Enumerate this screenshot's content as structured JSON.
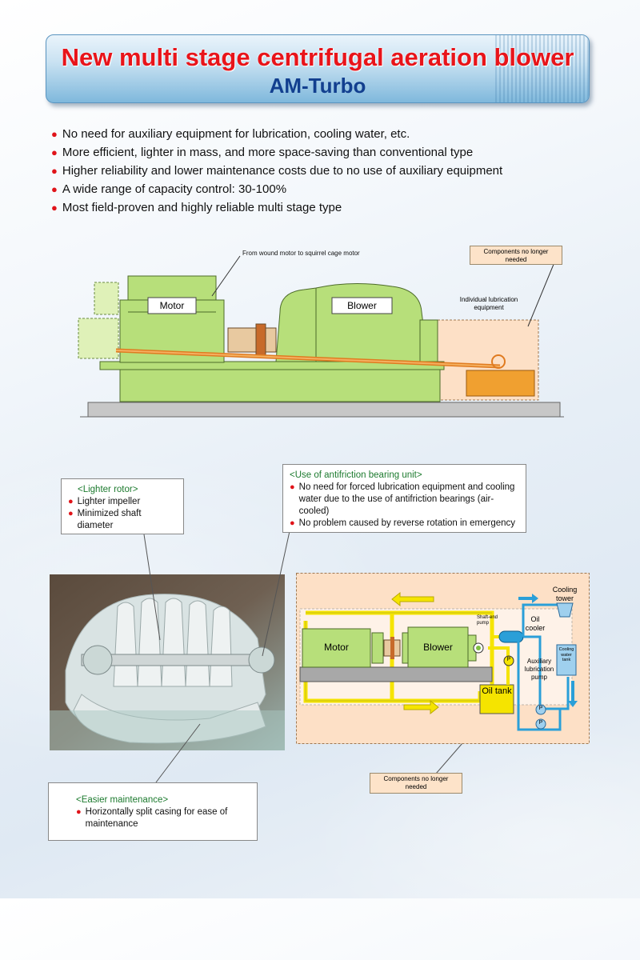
{
  "title": {
    "line1": "New multi stage centrifugal aeration blower",
    "line2": "AM-Turbo"
  },
  "bullets": [
    "No need for auxiliary equipment for lubrication, cooling water, etc.",
    "More efficient, lighter in mass, and more space-saving than conventional type",
    "Higher reliability and lower maintenance costs due to no use of auxiliary equipment",
    "A wide range of capacity control: 30-100%",
    "Most field-proven and highly reliable multi stage type"
  ],
  "top_diagram": {
    "motor_note": "From wound motor to squirrel cage motor",
    "components_label": "Components no longer needed",
    "lube_label": "Individual lubrication equipment",
    "motor": "Motor",
    "blower": "Blower"
  },
  "callouts": {
    "lighter_rotor": {
      "heading": "<Lighter rotor>",
      "items": [
        "Lighter impeller",
        "Minimized shaft diameter"
      ]
    },
    "antifriction": {
      "heading": "<Use of antifriction bearing unit>",
      "items": [
        "No need for forced lubrication equipment and cooling water due to the use of antifriction bearings (air-cooled)",
        "No problem caused by reverse rotation in emergency"
      ]
    },
    "easier_maintenance": {
      "heading": "<Easier maintenance>",
      "items": [
        "Horizontally split casing for ease of maintenance"
      ]
    }
  },
  "schematic": {
    "motor": "Motor",
    "blower": "Blower",
    "shaft_pump": "Shaft-end pump",
    "oil_cooler": "Oil cooler",
    "aux_pump": "Auxiliary lubrication pump",
    "cooling_tower": "Cooling tower",
    "cooling_tank": "Cooling water tank",
    "oil_tank": "Oil tank",
    "p": "P",
    "components_label": "Components no longer needed"
  },
  "colors": {
    "title_red": "#e8141a",
    "title_blue": "#123f8f",
    "machine_green": "#b7df7a",
    "oil_orange": "#f0a030",
    "highlight_peach": "#fde0c6",
    "pipe_yellow": "#f5e400",
    "water_blue": "#2a9fd8"
  }
}
